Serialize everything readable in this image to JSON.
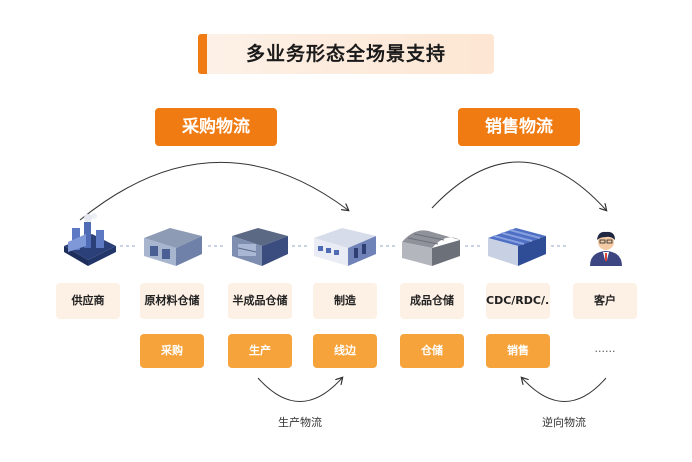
{
  "title": "多业务形态全场景支持",
  "categories": {
    "procurement": "采购物流",
    "sales": "销售物流"
  },
  "nodes": [
    {
      "label": "供应商",
      "icon": "supplier-factory-icon"
    },
    {
      "label": "原材料仓储",
      "icon": "raw-material-warehouse-icon"
    },
    {
      "label": "半成品仓储",
      "icon": "semi-finished-warehouse-icon"
    },
    {
      "label": "制造",
      "icon": "manufacturing-plant-icon"
    },
    {
      "label": "成品仓储",
      "icon": "finished-goods-warehouse-icon"
    },
    {
      "label": "CDC/RDC/...",
      "icon": "distribution-center-icon"
    },
    {
      "label": "客户",
      "icon": "customer-icon"
    }
  ],
  "functions": [
    "采购",
    "生产",
    "线边",
    "仓储",
    "销售",
    "......"
  ],
  "flows": {
    "production": "生产物流",
    "reverse": "逆向物流"
  },
  "colors": {
    "accent": "#f07b12",
    "function_box": "#f6a33c",
    "label_bg": "#fdf0e4"
  }
}
